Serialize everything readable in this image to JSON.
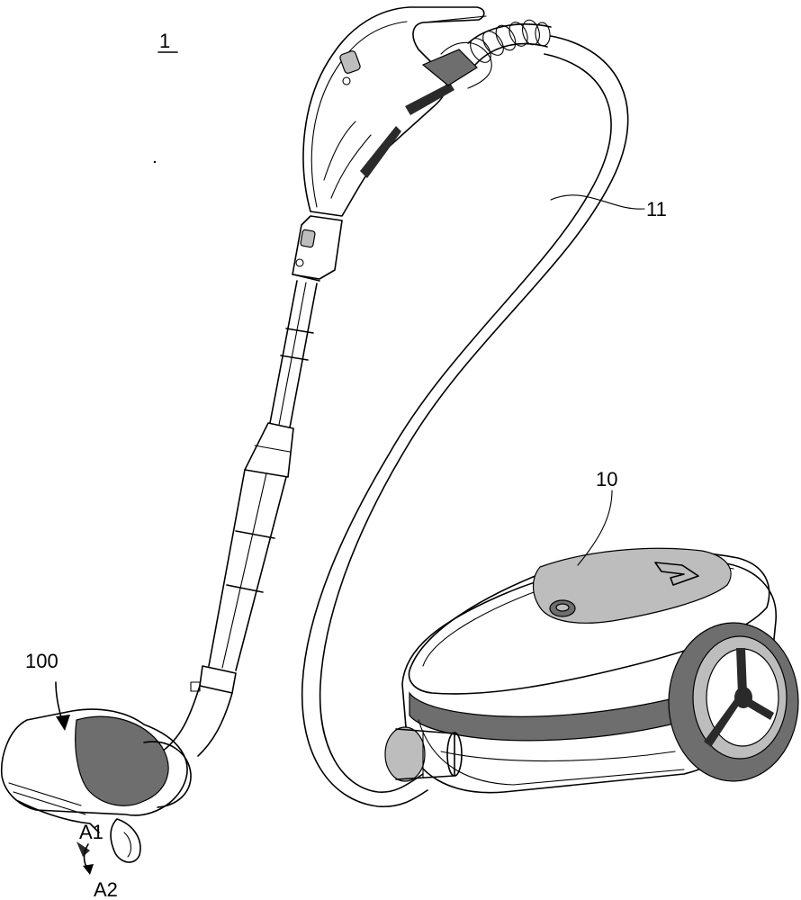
{
  "figure": {
    "labels": {
      "assembly": "1",
      "hose": "11",
      "body": "10",
      "nozzle": "100",
      "arrow_a1": "A1",
      "arrow_a2": "A2"
    }
  }
}
